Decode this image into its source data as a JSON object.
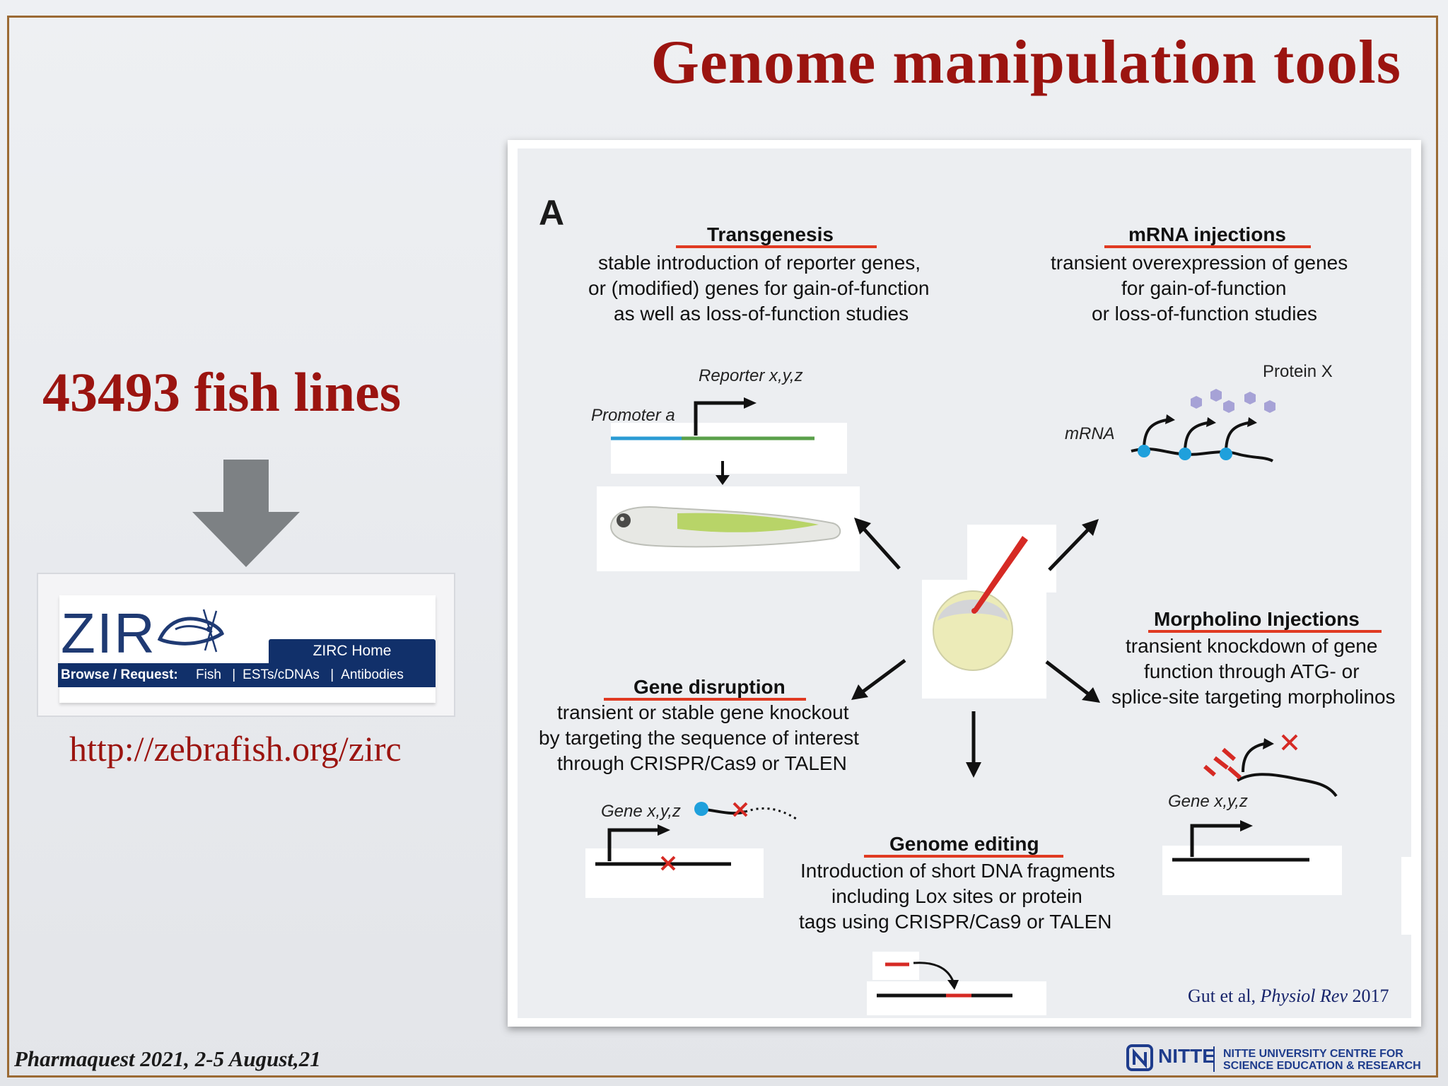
{
  "slide": {
    "title": "Genome manipulation tools",
    "stat_text": "43493 fish lines",
    "zirc": {
      "logo_text": "ZIR",
      "home_tab": "ZIRC Home",
      "browse_label": "Browse / Request:",
      "nav_fish": "Fish",
      "nav_ests": "ESTs/cDNAs",
      "nav_antibodies": "Antibodies",
      "url": "http://zebrafish.org/zirc"
    },
    "footer_event": "Pharmaquest 2021, 2-5 August,21",
    "footer_logo": {
      "brand": "NITTE",
      "line1": "NITTE UNIVERSITY CENTRE FOR",
      "line2": "SCIENCE EDUCATION & RESEARCH"
    }
  },
  "figure": {
    "panel_label": "A",
    "transgenesis": {
      "heading": "Transgenesis",
      "line1": "stable introduction of reporter genes,",
      "line2": "or (modified) genes for gain-of-function",
      "line3": "as well as loss-of-function studies",
      "label_reporter": "Reporter x,y,z",
      "label_promoter": "Promoter a"
    },
    "mrna": {
      "heading": "mRNA injections",
      "line1": "transient overexpression of genes",
      "line2": "for gain-of-function",
      "line3": "or loss-of-function studies",
      "label_protein": "Protein X",
      "label_mrna": "mRNA"
    },
    "morpholino": {
      "heading": "Morpholino Injections",
      "line1": "transient knockdown of gene",
      "line2": "function through ATG- or",
      "line3": "splice-site targeting morpholinos",
      "label_gene": "Gene x,y,z"
    },
    "disruption": {
      "heading": "Gene disruption",
      "line1": "transient or stable gene knockout",
      "line2": "by targeting the sequence of interest",
      "line3": "through CRISPR/Cas9 or TALEN",
      "label_gene": "Gene x,y,z"
    },
    "editing": {
      "heading": "Genome editing",
      "line1": "Introduction of short DNA fragments",
      "line2": "including Lox sites or protein",
      "line3": "tags using CRISPR/Cas9 or TALEN"
    },
    "citation_authors": "Gut et al,",
    "citation_journal": "Physiol Rev",
    "citation_year": "2017"
  },
  "colors": {
    "title_red": "#9b1410",
    "accent_red": "#e03a22",
    "zirc_navy": "#11306a",
    "nitte_blue": "#1e3c8c"
  }
}
